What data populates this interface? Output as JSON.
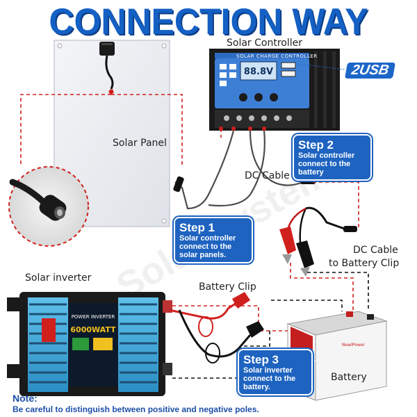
{
  "title": "CONNECTION WAY",
  "watermark": "Solar System",
  "labels": {
    "solar_controller": "Solar Controller",
    "solar_panel": "Solar Panel",
    "dc_cable": "DC Cable",
    "dc_cable_to_clip_line1": "DC Cable",
    "dc_cable_to_clip_line2": "to Battery Clip",
    "solar_inverter": "Solar inverter",
    "battery_clip": "Battery Clip",
    "battery": "Battery"
  },
  "usb_badge": "2USB",
  "controller_face_label": "SOLAR CHARGE CONTROLLER",
  "controller_display": "88.8V",
  "inverter_face_lines": [
    "POWER INVERTER",
    "6000WATT"
  ],
  "battery_brand": "NewlPower",
  "steps": [
    {
      "head": "Step 1",
      "body_lines": [
        "Solar controller",
        "connect to the",
        "solar panels."
      ]
    },
    {
      "head": "Step 2",
      "body_lines": [
        "Solar controller",
        "connect to the",
        "battery"
      ]
    },
    {
      "head": "Step 3",
      "body_lines": [
        "Solar inverter",
        "connect to the",
        "battery."
      ]
    }
  ],
  "note": {
    "title": "Note:",
    "text": "Be careful to distinguish between positive and negative poles."
  },
  "colors": {
    "title_blue": "#1460c4",
    "callout_blue": "#1e63c0",
    "positive_red": "#d0201e",
    "negative_black": "#111111",
    "inverter_blue": "#3aa6d8",
    "controller_blue": "#3e7fd6"
  }
}
